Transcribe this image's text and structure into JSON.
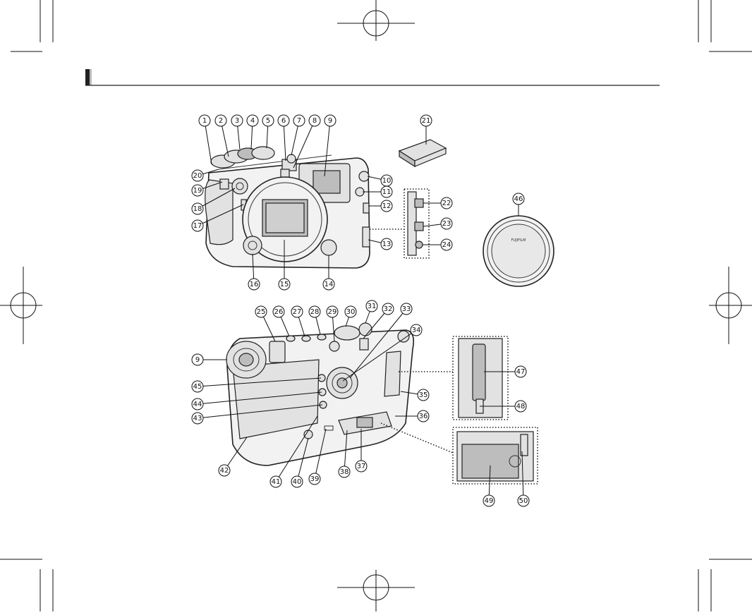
{
  "section_header": {
    "title": ""
  },
  "callouts": {
    "front": [
      "1",
      "2",
      "3",
      "4",
      "5",
      "6",
      "7",
      "8",
      "9",
      "10",
      "11",
      "12",
      "13",
      "14",
      "15",
      "16",
      "17",
      "18",
      "19",
      "20"
    ],
    "hot_shoe_cover": "21",
    "connectors": [
      "22",
      "23",
      "24"
    ],
    "body_cap": "46",
    "rear": [
      "9",
      "25",
      "26",
      "27",
      "28",
      "29",
      "30",
      "31",
      "32",
      "33",
      "34",
      "35",
      "36",
      "37",
      "38",
      "39",
      "40",
      "41",
      "42",
      "43",
      "44",
      "45"
    ],
    "card_slot_inset": [
      "47",
      "48"
    ],
    "battery_inset": [
      "49",
      "50"
    ]
  },
  "body_cap_text": "FUJIFILM",
  "colors": {
    "ink": "#111111",
    "fill": "#f2f2f2",
    "shade": "#d9d9d9"
  }
}
